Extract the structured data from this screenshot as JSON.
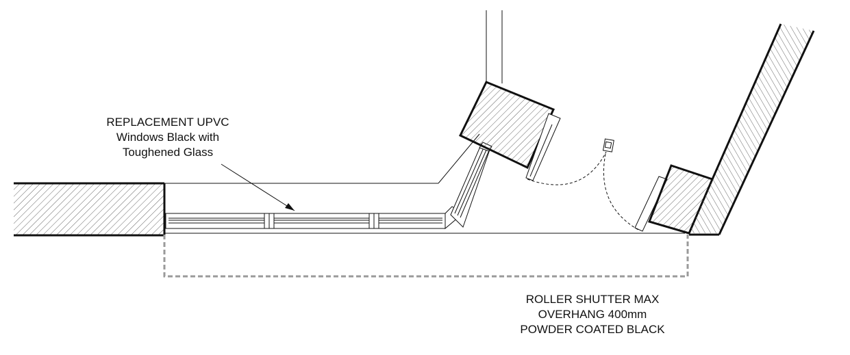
{
  "annotations": {
    "window_note": [
      "REPLACEMENT UPVC",
      "Windows Black with",
      "Toughened Glass"
    ],
    "shutter_note": [
      "ROLLER SHUTTER MAX",
      "OVERHANG 400mm",
      "POWDER COATED BLACK"
    ]
  },
  "colors": {
    "line": "#111111",
    "hatch": "#555555",
    "shutter_outline": "#9a9a9a"
  }
}
